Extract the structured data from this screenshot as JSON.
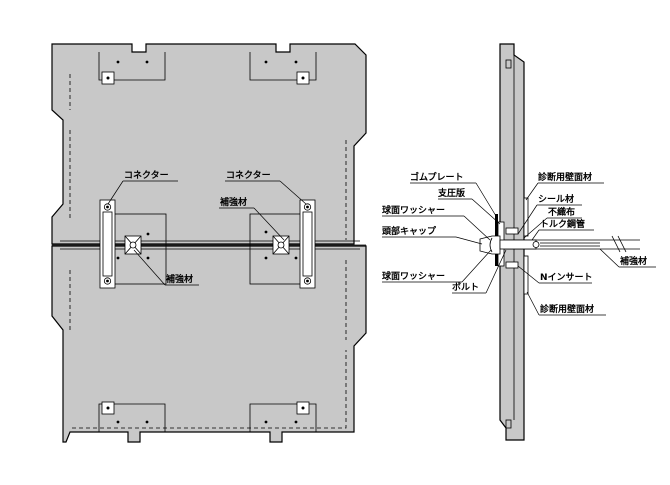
{
  "front_view": {
    "connector_label_left": "コネクター",
    "connector_label_right": "コネクター",
    "reinforcement_label_top": "補強材",
    "reinforcement_label_bottom": "補強材"
  },
  "section_view": {
    "labels": {
      "rubber_plate": "ゴムプレート",
      "support_plate": "支圧版",
      "spherical_washer_top": "球面ワッシャー",
      "head_cap": "頭部キャップ",
      "spherical_washer_bottom": "球面ワッシャー",
      "bolt": "ボルト",
      "diagnostic_wall_top": "診断用壁面材",
      "seal_material": "シール材",
      "nonwoven": "不織布",
      "torque_pipe": "トルク鋼管",
      "reinforcement": "補強材",
      "n_insert": "Nインサート",
      "diagnostic_wall_bottom": "診断用壁面材"
    }
  },
  "colors": {
    "panel_fill": "#c8c8c8",
    "line": "#000000",
    "background": "#ffffff"
  }
}
